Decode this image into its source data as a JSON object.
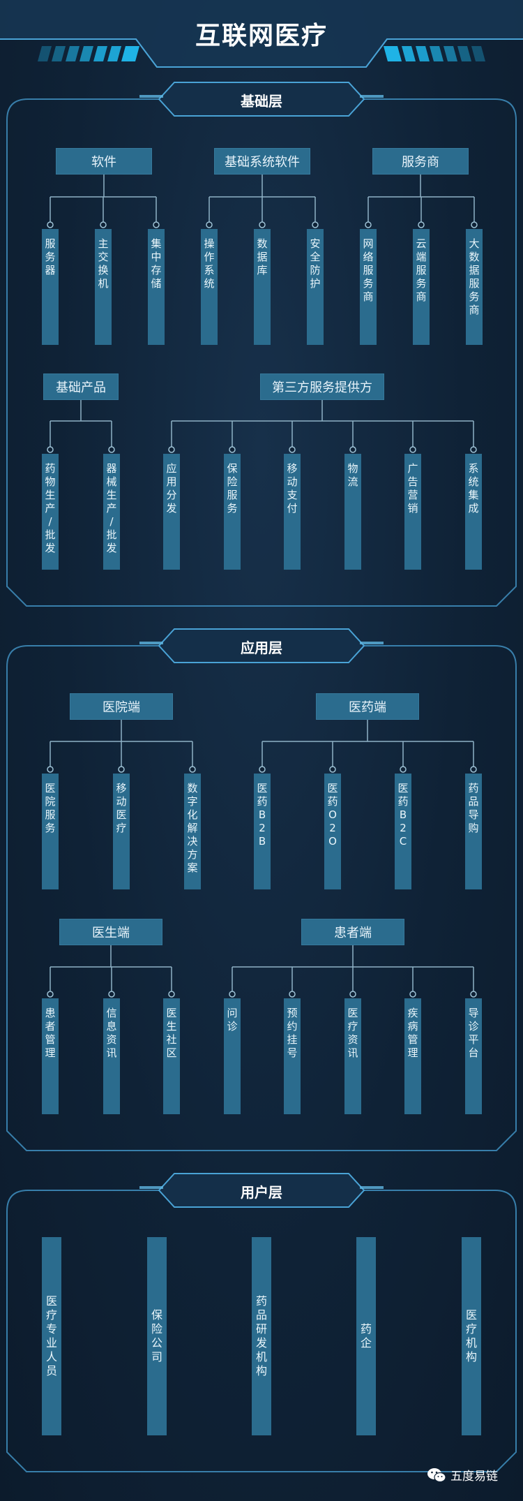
{
  "title": "互联网医疗",
  "sections": [
    {
      "id": "base",
      "title": "基础层",
      "groups": [
        {
          "id": "software",
          "label": "软件",
          "items": [
            "服务器",
            "主交换机",
            "集中存储"
          ]
        },
        {
          "id": "sys-software",
          "label": "基础系统软件",
          "items": [
            "操作系统",
            "数据库",
            "安全防护"
          ]
        },
        {
          "id": "providers",
          "label": "服务商",
          "items": [
            "网络服务商",
            "云端服务商",
            "大数据服务商"
          ]
        },
        {
          "id": "products",
          "label": "基础产品",
          "items": [
            "药物生产/批发",
            "器械生产/批发"
          ]
        },
        {
          "id": "third-party",
          "label": "第三方服务提供方",
          "items": [
            "应用分发",
            "保险服务",
            "移动支付",
            "物流",
            "广告营销",
            "系统集成"
          ]
        }
      ]
    },
    {
      "id": "app",
      "title": "应用层",
      "groups": [
        {
          "id": "hospital",
          "label": "医院端",
          "items": [
            "医院服务",
            "移动医疗",
            "数字化解决方案"
          ]
        },
        {
          "id": "pharma",
          "label": "医药端",
          "items": [
            "医药B2B",
            "医药O2O",
            "医药B2C",
            "药品导购"
          ]
        },
        {
          "id": "doctor",
          "label": "医生端",
          "items": [
            "患者管理",
            "信息资讯",
            "医生社区"
          ]
        },
        {
          "id": "patient",
          "label": "患者端",
          "items": [
            "问诊",
            "预约挂号",
            "医疗资讯",
            "疾病管理",
            "导诊平台"
          ]
        }
      ]
    },
    {
      "id": "user",
      "title": "用户层",
      "items": [
        "医疗专业人员",
        "保险公司",
        "药品研发机构",
        "药企",
        "医疗机构"
      ]
    }
  ],
  "logo": {
    "text": "五度易链",
    "icon": "wechat-icon"
  },
  "colors": {
    "box": "#2b6c8e",
    "line": "#8fb2c6",
    "border": "#3f8fc0",
    "accent": "#1fb3e6"
  }
}
